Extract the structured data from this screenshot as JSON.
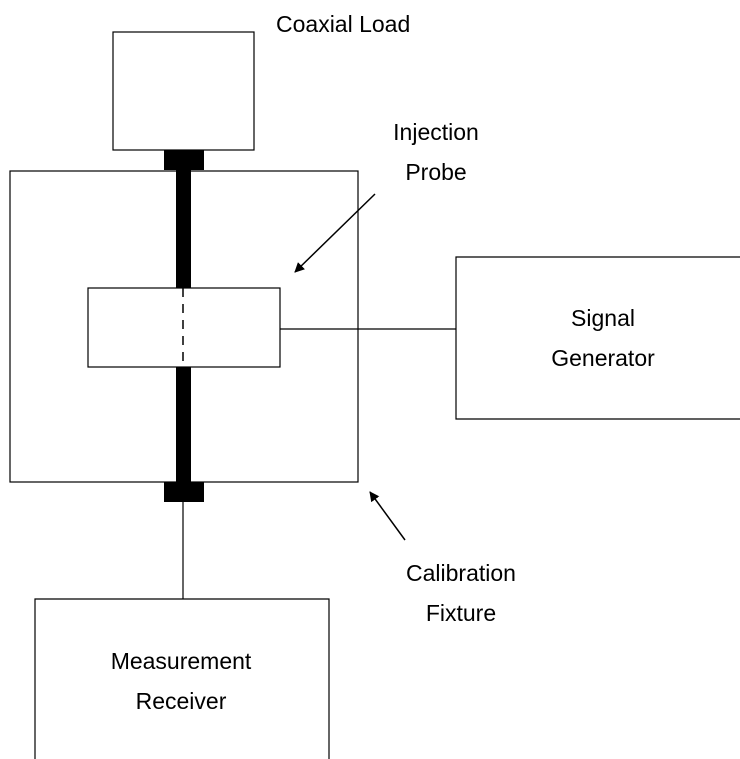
{
  "labels": {
    "coaxial_load": "Coaxial Load",
    "injection_probe_line1": "Injection",
    "injection_probe_line2": "Probe",
    "signal_generator_line1": "Signal",
    "signal_generator_line2": "Generator",
    "calibration_fixture_line1": "Calibration",
    "calibration_fixture_line2": "Fixture",
    "measurement_receiver_line1": "Measurement",
    "measurement_receiver_line2": "Receiver"
  },
  "colors": {
    "line": "#000000",
    "background": "#ffffff"
  }
}
